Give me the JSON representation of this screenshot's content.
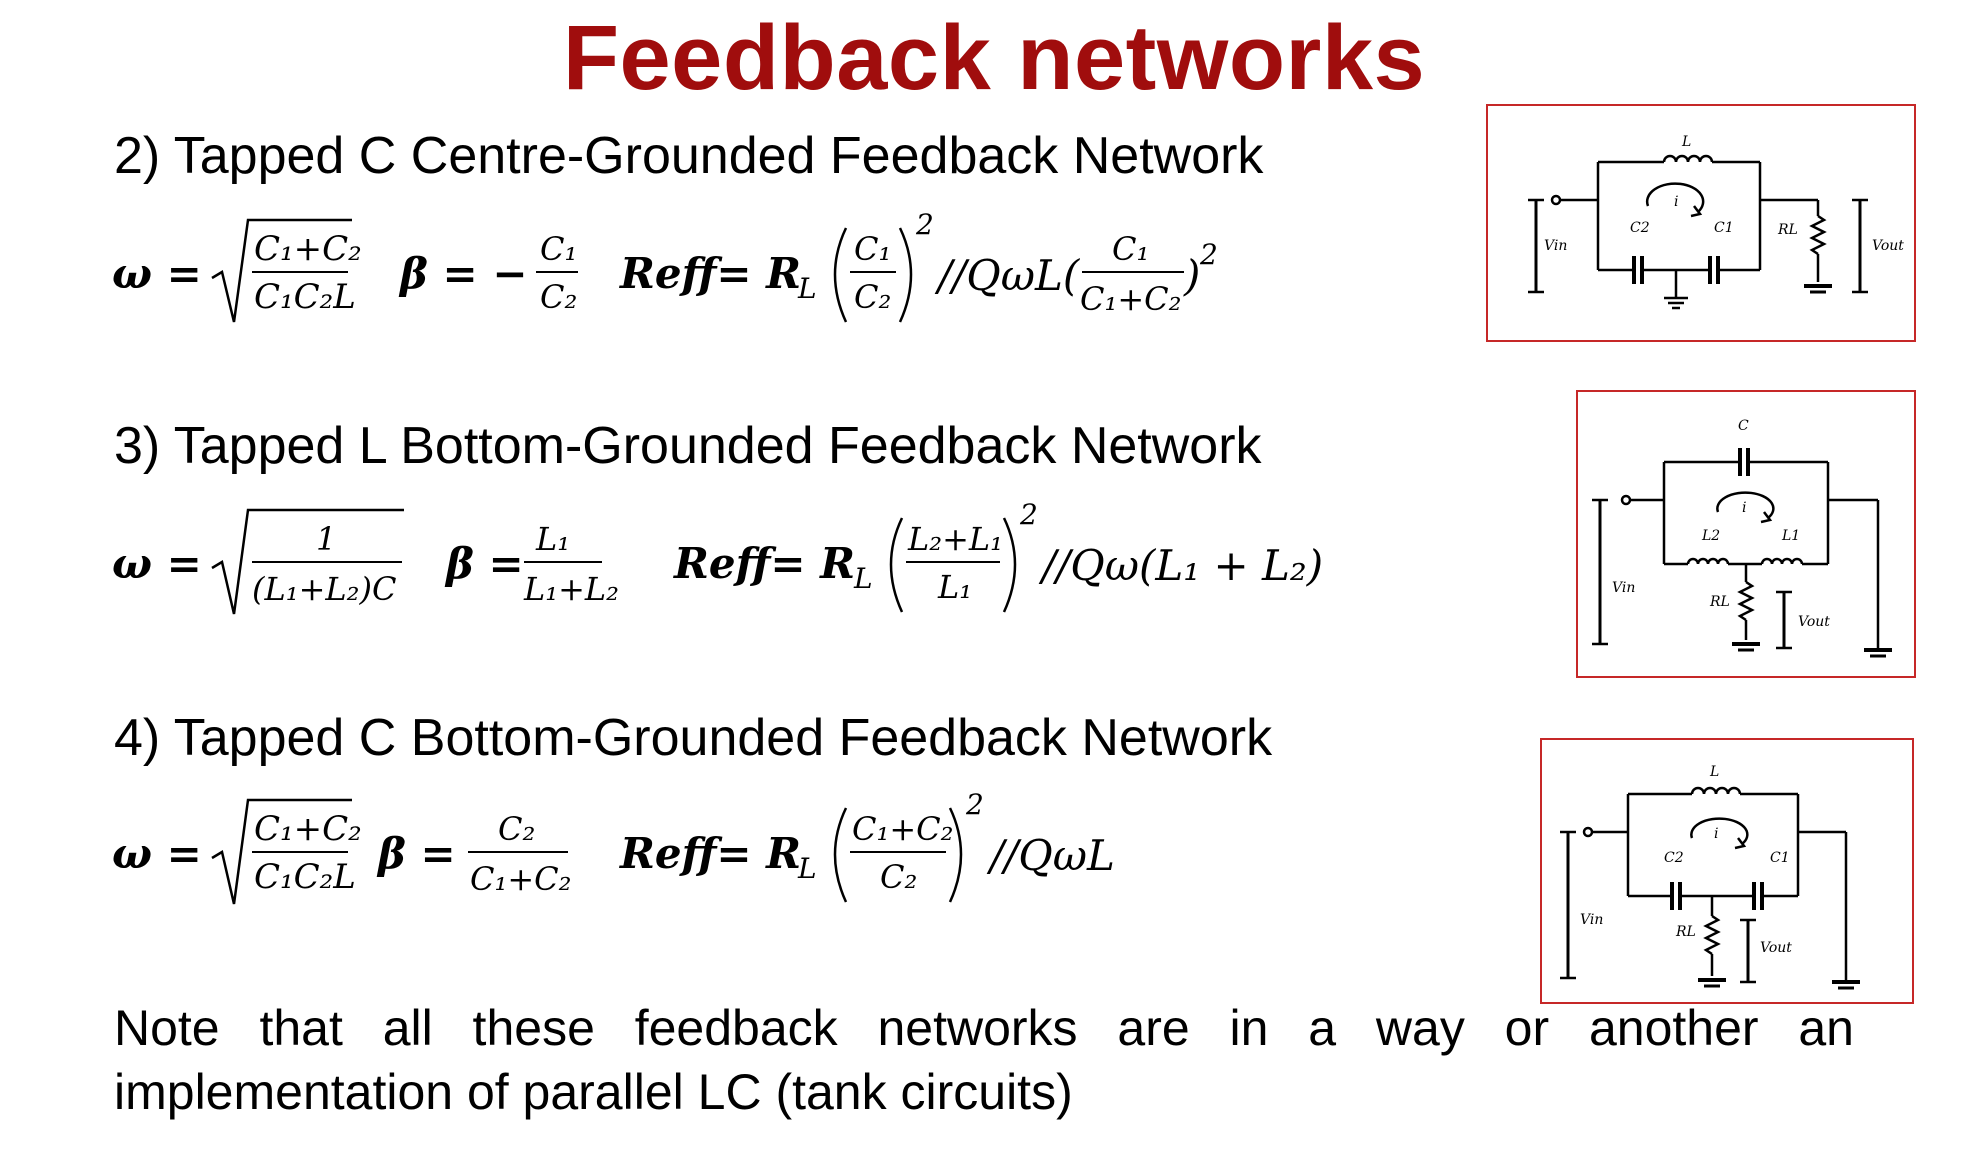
{
  "title": "Feedback networks",
  "sections": [
    {
      "heading": "2) Tapped C Centre-Grounded Feedback Network",
      "eq": {
        "omega": "ω =",
        "omega_num": "C₁+C₂",
        "omega_den": "C₁C₂L",
        "beta": "β = −",
        "beta_num": "C₁",
        "beta_den": "C₂",
        "reff": "Reff= R",
        "reff_sub": "L",
        "paren_num": "C₁",
        "paren_den": "C₂",
        "exp": "2",
        "tail": "//QωL(",
        "tail_num": "C₁",
        "tail_den": "C₁+C₂",
        "tail_close": ")",
        "tail_exp": "2"
      }
    },
    {
      "heading": "3) Tapped L Bottom-Grounded Feedback Network",
      "eq": {
        "omega": "ω =",
        "omega_num": "1",
        "omega_den": "(L₁+L₂)C",
        "beta": "β =",
        "beta_num": "L₁",
        "beta_den": "L₁+L₂",
        "reff": "Reff= R",
        "reff_sub": "L",
        "paren_num": "L₂+L₁",
        "paren_den": "L₁",
        "exp": "2",
        "tail": "//Qω(L₁ + L₂)"
      }
    },
    {
      "heading": "4) Tapped C Bottom-Grounded Feedback Network",
      "eq": {
        "omega": "ω =",
        "omega_num": "C₁+C₂",
        "omega_den": "C₁C₂L",
        "beta": "β =",
        "beta_num": "C₂",
        "beta_den": "C₁+C₂",
        "reff": "Reff= R",
        "reff_sub": "L",
        "paren_num": "C₁+C₂",
        "paren_den": "C₂",
        "exp": "2",
        "tail": "//QωL"
      }
    }
  ],
  "note": {
    "line1": "Note that all these feedback networks are in a way or another an",
    "line2": "implementation of parallel LC (tank circuits)"
  },
  "circuits": [
    {
      "labels": {
        "L": "L",
        "i": "i",
        "C2": "C2",
        "C1": "C1",
        "RL": "RL",
        "Vin": "Vin",
        "Vout": "Vout"
      }
    },
    {
      "labels": {
        "C": "C",
        "i": "i",
        "L2": "L2",
        "L1": "L1",
        "RL": "RL",
        "Vin": "Vin",
        "Vout": "Vout"
      }
    },
    {
      "labels": {
        "L": "L",
        "i": "i",
        "C2": "C2",
        "C1": "C1",
        "RL": "RL",
        "Vin": "Vin",
        "Vout": "Vout"
      }
    }
  ],
  "colors": {
    "title": "#a00d0d",
    "frame": "#c62828"
  }
}
